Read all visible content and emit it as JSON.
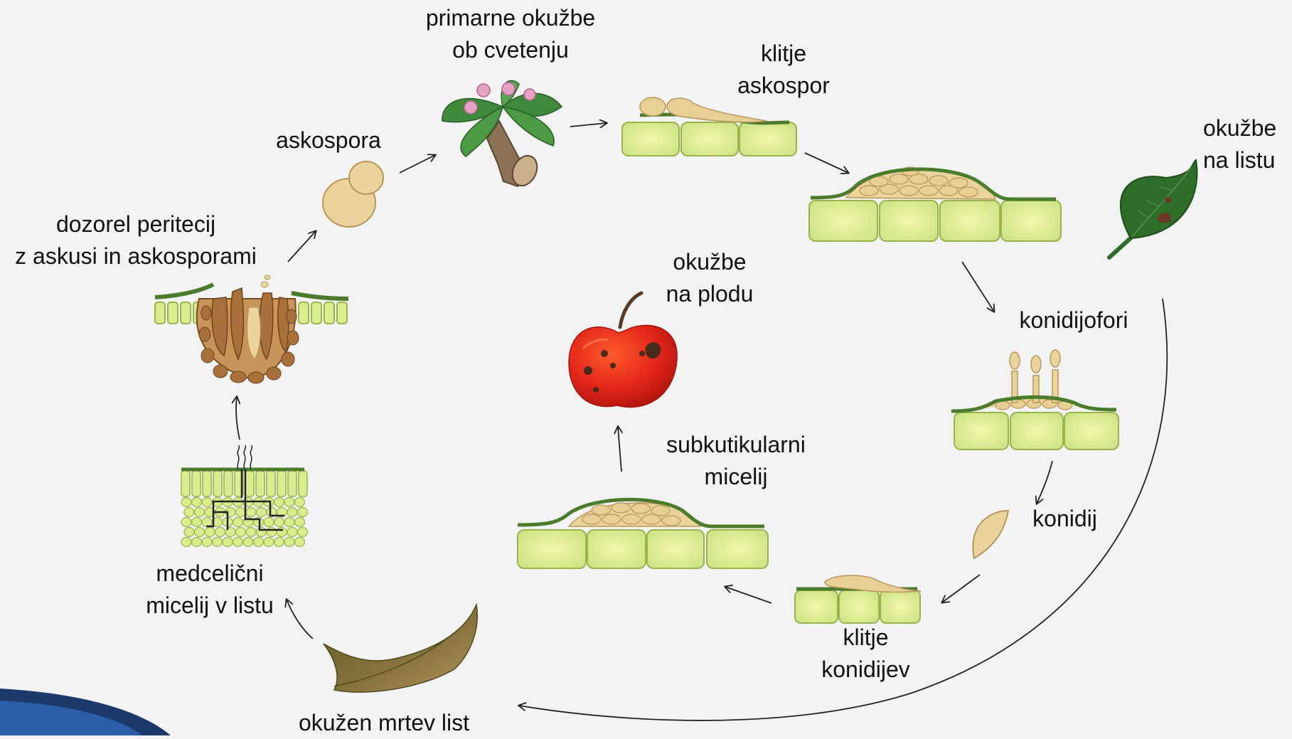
{
  "labels": {
    "primary_infections": [
      "primarne okužbe",
      "ob cvetenju"
    ],
    "ascospore_germination": [
      "klitje",
      "askospor"
    ],
    "leaf_infections": [
      "okužbe",
      "na listu"
    ],
    "ascospore": "askospora",
    "mature_perithecium": [
      "dozorel peritecij",
      "z askusi in askosporami"
    ],
    "fruit_infections": [
      "okužbe",
      "na plodu"
    ],
    "conidiophores": "konidijofori",
    "conidium": "konidij",
    "subcuticular_mycelium": [
      "subkutikularni",
      "micelij"
    ],
    "intercellular_mycelium": [
      "medcelični",
      "micelij v listu"
    ],
    "conidia_germination": [
      "klitje",
      "konidijev"
    ],
    "infected_dead_leaf": "okužen mrtev list"
  },
  "colors": {
    "background": "#f3f3f3",
    "cell_fill": "#dbec8f",
    "cell_stroke": "#9ab34a",
    "cuticle": "#4a7c2c",
    "fungus": "#e8cf96",
    "fungus_stroke": "#b8965a",
    "perithecium": "#a8703a",
    "apple_red": "#d8261a",
    "leaf_green": "#2f6e2a",
    "dead_leaf": "#7a6a35",
    "corner_navy": "#1b3a6b"
  }
}
